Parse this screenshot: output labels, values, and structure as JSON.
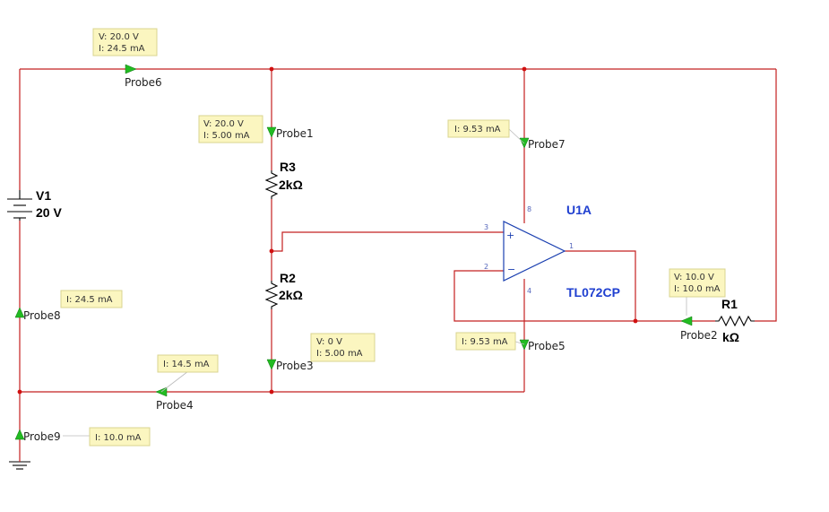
{
  "components": {
    "V1": {
      "name": "V1",
      "value": "20 V"
    },
    "R3": {
      "name": "R3",
      "value": "2kΩ"
    },
    "R2": {
      "name": "R2",
      "value": "2kΩ"
    },
    "R1": {
      "name": "R1",
      "value": "kΩ"
    },
    "U1A": {
      "name": "U1A",
      "model": "TL072CP",
      "pins": {
        "p3": "3",
        "p2": "2",
        "p1": "1",
        "p8": "8",
        "p4": "4"
      },
      "plus": "+",
      "minus": "−"
    }
  },
  "probes": {
    "probe1": {
      "label": "Probe1",
      "lines": [
        "V: 20.0 V",
        "I: 5.00 mA"
      ]
    },
    "probe2": {
      "label": "Probe2",
      "lines": [
        "V: 10.0 V",
        "I: 10.0 mA"
      ]
    },
    "probe3": {
      "label": "Probe3",
      "lines": [
        "V: 0 V",
        "I: 5.00 mA"
      ]
    },
    "probe4": {
      "label": "Probe4",
      "lines": [
        "I: 14.5 mA"
      ]
    },
    "probe5": {
      "label": "Probe5",
      "lines": [
        "I: 9.53 mA"
      ]
    },
    "probe6": {
      "label": "Probe6",
      "lines": [
        "V: 20.0 V",
        "I: 24.5 mA"
      ]
    },
    "probe7": {
      "label": "Probe7",
      "lines": [
        "I: 9.53 mA"
      ]
    },
    "probe8": {
      "label": "Probe8",
      "lines": [
        "I: 24.5 mA"
      ]
    },
    "probe9": {
      "label": "Probe9",
      "lines": [
        "I: 10.0 mA"
      ]
    }
  },
  "colors": {
    "wire": "#c42020",
    "opamp": "#1a3fb0",
    "opamp_label": "#1f3fd0",
    "probe_arrow": "#22bb22",
    "meter_box": "#fbf6c0"
  }
}
